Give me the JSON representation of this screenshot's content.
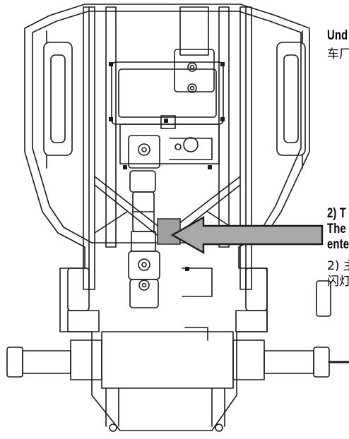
{
  "texts": {
    "line1": "Und",
    "line2": "车厂",
    "line3": "2) T",
    "line4": "The",
    "line5": "ente",
    "line6": "2) 主",
    "line7": "闪灯"
  },
  "colors": {
    "line": "#1a1a1a",
    "arrow_fill": "#a9a9a9",
    "highlight_box": "#a0a0a0",
    "background": "#ffffff"
  }
}
